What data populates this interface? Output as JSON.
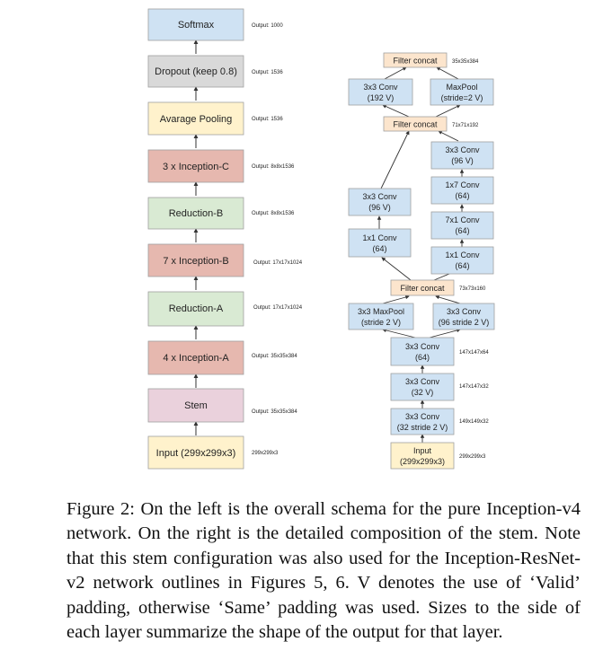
{
  "left_schema": {
    "blocks": [
      {
        "label": "Softmax",
        "output": "Output: 1000"
      },
      {
        "label": "Dropout (keep 0.8)",
        "output": "Output: 1536"
      },
      {
        "label": "Avarage Pooling",
        "output": "Output: 1536"
      },
      {
        "label": "3 x Inception-C",
        "output": "Output: 8x8x1536"
      },
      {
        "label": "Reduction-B",
        "output": "Output: 8x8x1536"
      },
      {
        "label": "7 x Inception-B",
        "output": "Output: 17x17x1024"
      },
      {
        "label": "Reduction-A",
        "output": "Output: 17x17x1024"
      },
      {
        "label": "4 x Inception-A",
        "output": "Output: 35x35x384"
      },
      {
        "label": "Stem",
        "output": "Output: 35x35x384"
      },
      {
        "label": "Input (299x299x3)",
        "output": "299x299x3"
      }
    ]
  },
  "stem": {
    "filter_concat_top": {
      "label": "Filter concat",
      "size": "35x35x384"
    },
    "conv_192": {
      "line1": "3x3 Conv",
      "line2": "(192 V)"
    },
    "maxpool_s2": {
      "line1": "MaxPool",
      "line2": "(stride=2 V)"
    },
    "filter_concat_mid": {
      "label": "Filter concat",
      "size": "71x71x192"
    },
    "left_branch": [
      {
        "line1": "3x3 Conv",
        "line2": "(96 V)"
      },
      {
        "line1": "1x1 Conv",
        "line2": "(64)"
      }
    ],
    "right_branch": [
      {
        "line1": "3x3 Conv",
        "line2": "(96 V)"
      },
      {
        "line1": "1x7 Conv",
        "line2": "(64)"
      },
      {
        "line1": "7x1 Conv",
        "line2": "(64)"
      },
      {
        "line1": "1x1 Conv",
        "line2": "(64)"
      }
    ],
    "filter_concat_low": {
      "label": "Filter concat",
      "size": "73x73x160"
    },
    "maxpool_3x3": {
      "line1": "3x3 MaxPool",
      "line2": "(stride 2 V)"
    },
    "conv_96_s2": {
      "line1": "3x3 Conv",
      "line2": "(96 stride 2 V)"
    },
    "chain": [
      {
        "line1": "3x3 Conv",
        "line2": "(64)",
        "size": "147x147x64"
      },
      {
        "line1": "3x3 Conv",
        "line2": "(32 V)",
        "size": "147x147x32"
      },
      {
        "line1": "3x3 Conv",
        "line2": "(32 stride 2 V)",
        "size": "149x149x32"
      },
      {
        "line1": "Input",
        "line2": "(299x299x3)",
        "size": "299x299x3"
      }
    ]
  },
  "caption": "Figure 2: On the left is the overall schema for the pure Inception-v4 network. On the right is the detailed composition of the stem. Note that this stem configuration was also used for the Inception-ResNet-v2 network outlines in Figures 5, 6. V denotes the use of ‘Valid’ padding, otherwise ‘Same’ padding was used. Sizes to the side of each layer summarize the shape of the output for that layer.",
  "colors": {
    "softmax": "#cfe2f3",
    "dropout": "#d9d9d9",
    "pooling": "#fff2cc",
    "inception": "#e6b8af",
    "reduction": "#d9ead3",
    "stem": "#ead1dc",
    "input": "#fff2cc",
    "conv": "#cfe2f3",
    "concat": "#fce5cd",
    "border": "#a0a0a0"
  }
}
